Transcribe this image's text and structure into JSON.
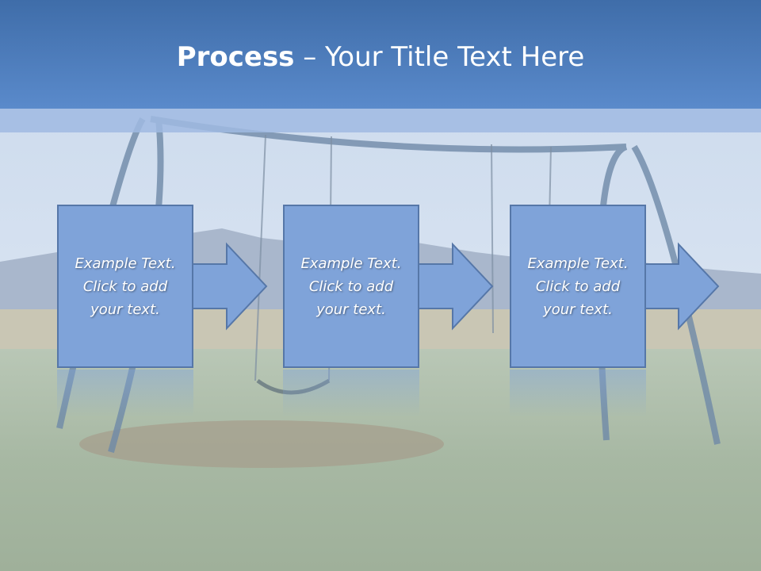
{
  "title": {
    "bold": "Process",
    "rest": " – Your Title Text Here"
  },
  "steps": [
    {
      "text": "Example Text.\nClick  to add\nyour text."
    },
    {
      "text": "Example Text.\nClick  to add\nyour text."
    },
    {
      "text": "Example Text.\nClick  to add\nyour text."
    }
  ],
  "colors": {
    "title_bar": "#4a7bbd",
    "box_fill": "#7fa3d9",
    "box_border": "#5677a8"
  }
}
